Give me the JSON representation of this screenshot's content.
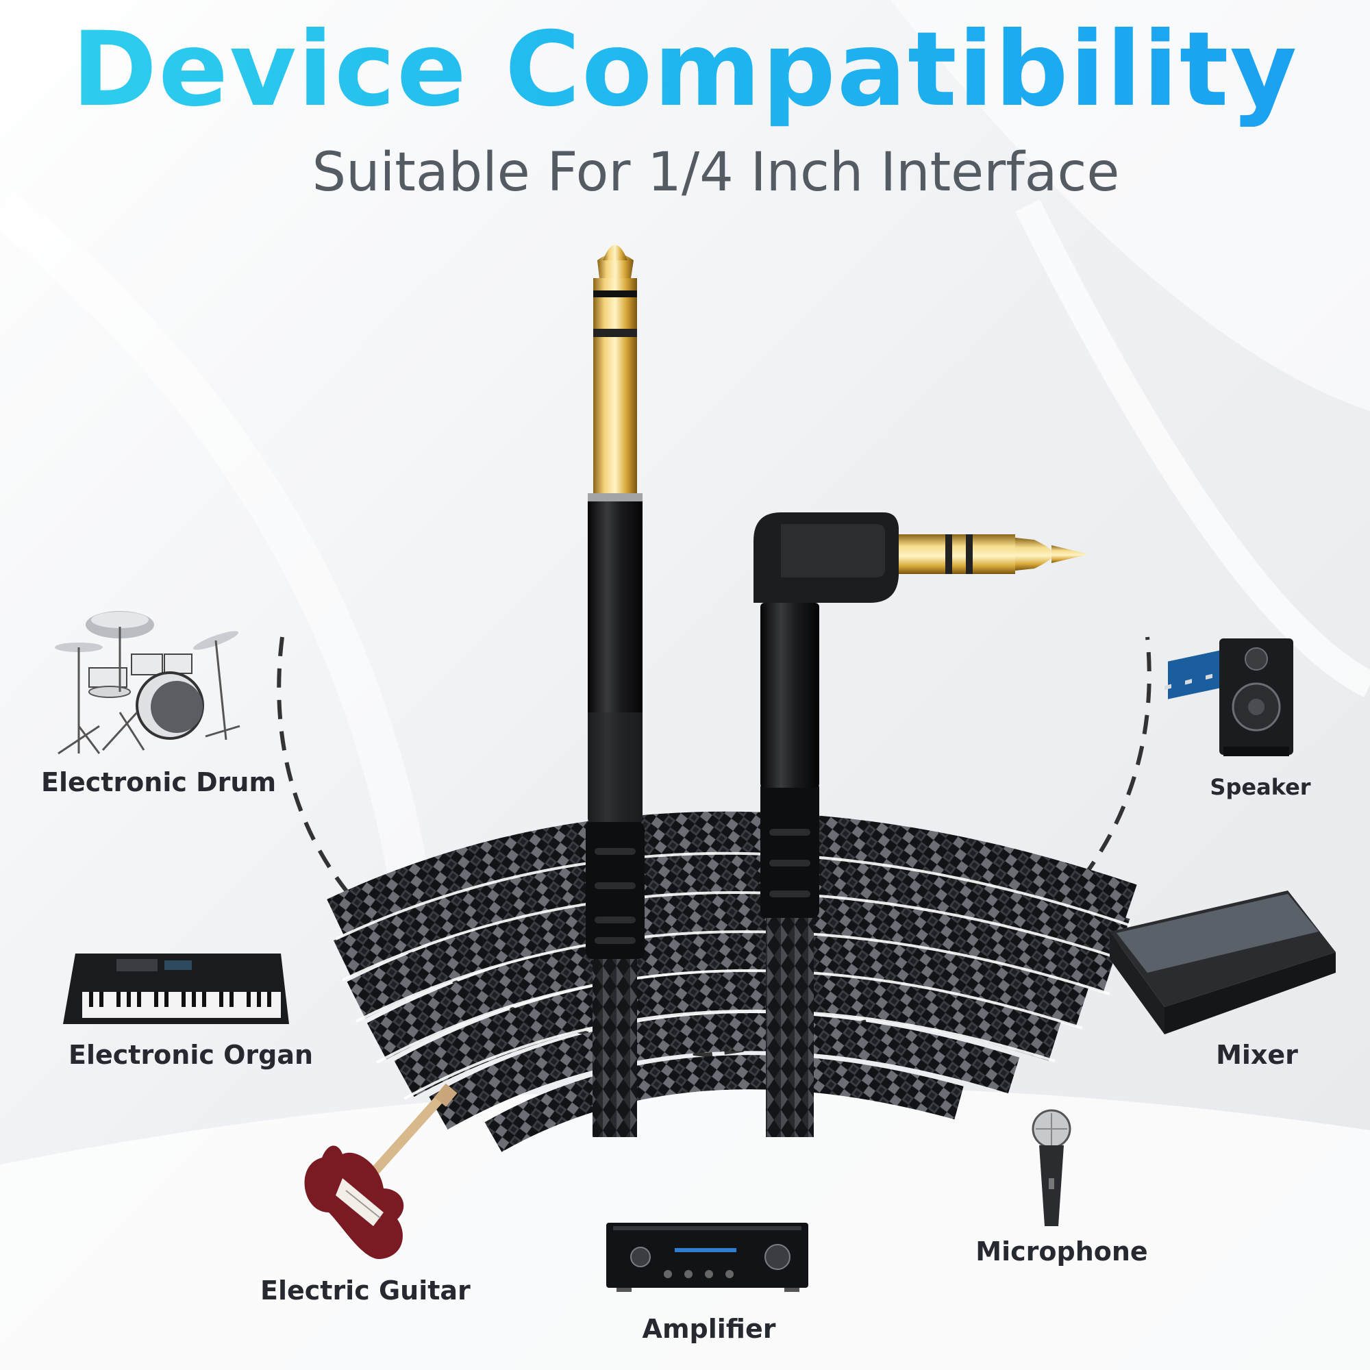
{
  "header": {
    "title": "Device Compatibility",
    "subtitle": "Suitable For 1/4 Inch Interface"
  },
  "devices": {
    "drum": "Electronic Drum",
    "organ": "Electronic Organ",
    "guitar": "Electric Guitar",
    "amplifier": "Amplifier",
    "microphone": "Microphone",
    "mixer": "Mixer",
    "speaker": "Speaker"
  },
  "colors": {
    "title_start": "#2fd0ee",
    "title_end": "#1a9ff0",
    "gold": "#d8a93a",
    "cable": "#1c1d20",
    "label": "#262a30"
  },
  "icons": [
    "drum-kit-icon",
    "keyboard-icon",
    "guitar-icon",
    "amplifier-icon",
    "microphone-icon",
    "mixer-icon",
    "speaker-icon",
    "audio-jack-icon"
  ]
}
